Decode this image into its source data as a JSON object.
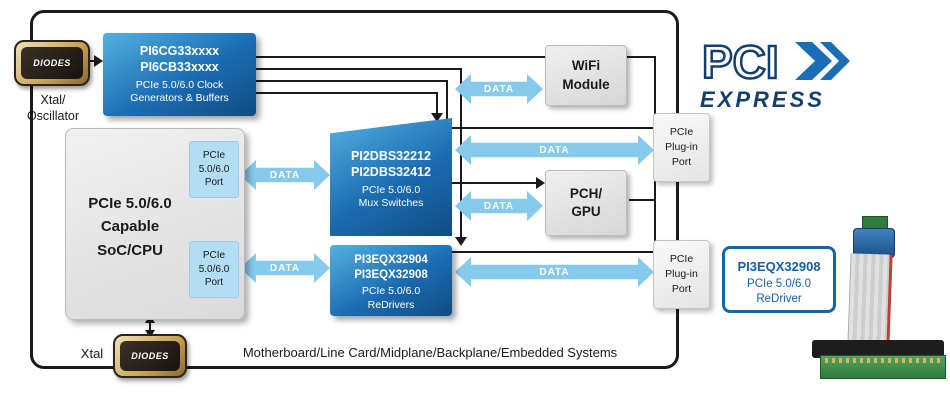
{
  "logo": {
    "pci": "PCI",
    "express": "EXPRESS"
  },
  "clock_generator": {
    "parts": "PI6CG33xxxx\nPI6CB33xxxx",
    "desc": "PCIe 5.0/6.0 Clock\nGenerators & Buffers"
  },
  "soc": {
    "label": "PCIe 5.0/6.0\nCapable\nSoC/CPU",
    "ports": [
      "PCIe\n5.0/6.0\nPort",
      "PCIe\n5.0/6.0\nPort"
    ]
  },
  "mux": {
    "parts": "PI2DBS32212\nPI2DBS32412",
    "desc": "PCIe 5.0/6.0\nMux Switches"
  },
  "redrivers": {
    "parts": "PI3EQX32904\nPI3EQX32908",
    "desc": "PCIe 5.0/6.0\nReDrivers"
  },
  "wifi": {
    "label": "WiFi\nModule"
  },
  "pch": {
    "label": "PCH/\nGPU"
  },
  "plugin_ports": [
    "PCIe\nPlug-in\nPort",
    "PCIe\nPlug-in\nPort"
  ],
  "external_redriver": {
    "part": "PI3EQX32908",
    "desc": "PCIe 5.0/6.0\nReDriver"
  },
  "xtal_oscillator": {
    "label": "Xtal/\nOscillator",
    "brand": "DIODES"
  },
  "xtal": {
    "label": "Xtal",
    "brand": "DIODES"
  },
  "data_arrows": [
    "DATA",
    "DATA",
    "DATA",
    "DATA",
    "DATA",
    "DATA"
  ],
  "footer": "Motherboard/Line Card/Midplane/Backplane/Embedded Systems",
  "colors": {
    "box_blue_dark": "#0f4c82",
    "box_blue": "#1b6cb2",
    "arrow_blue": "#85c9ec",
    "port_blue": "#b3ddf2",
    "navy": "#123f6d"
  }
}
